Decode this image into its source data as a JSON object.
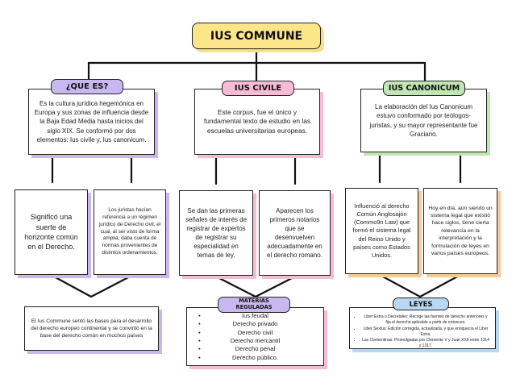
{
  "title": "IUS COMMUNE",
  "columns": [
    {
      "heading": "¿QUE ES?",
      "intro": "Es la cultura jurídica hegemónica en Europa y sus zonas de influencia desde la Baja Edad Media hasta inicios del siglo XIX. Se conformó por dos elementos: Ius civile y, Ius canonicum.",
      "left": "Significó una suerte de horizonte común en el Derecho.",
      "right": "Los juristas hacían referencia a un régimen jurídico de Derecho civil, el cual, al ser visto de forma amplia, daba cuenta de normas provenientes de distintos ordenamientos."
    },
    {
      "heading": "IUS CIVILE",
      "intro": "Este corpus, fue el único y fundamental texto de estudio en las escuelas universitarias europeas.",
      "left": "Se dan las primeras señales de interés de registrar de expertos de registrar su especialidad en temas de ley.",
      "right": "Aparecen los primeros notarios que se desenvuelven adecuadamente en el derecho romano."
    },
    {
      "heading": "IUS CANONICUM",
      "intro": "La elaboración del Ius Canonicum estuvo conformado por teólogos-juristas, y su mayor representante fue Graciano.",
      "left": "Influenció al derecho Común Anglosajón (Commo9n Law) que formó el sistema legal del Reino Unido y países como Estados Unidos.",
      "right": "Hoy en día, aún siendo un sistema legal que existió hace siglos, tiene cierta relevancia en la interpretación y la formulación de leyes en varios países europeos."
    }
  ],
  "bottom_left": "El Ius Commune sentó las bases para el desarrollo del derecho europeo continental y se convirtió en la base del derecho común en muchos países",
  "materias": {
    "heading": "MATERIAS REGULADAS",
    "items": [
      "Ius feudal",
      "Derecho privado",
      "Derecho civil",
      "Derecho mercantil",
      "Derecho penal",
      "Derecho público."
    ]
  },
  "leyes": {
    "heading": "LEYES",
    "items": [
      "Liber Extra o Decretales: Recoge las fuentes de derecho anteriores y fija el derecho aplicable a partir de entonces.",
      "Liber Sextus: Edición corregida, actualizada, y que enriquecía el Liber Extra.",
      "Las Clementinas: Promulgadas por Clemente V y Juan XXII entre 1314 y 1317."
    ]
  },
  "colors": {
    "title_bg": "#fde68a",
    "purple": "#c9b8ef",
    "pink": "#f6bcd6",
    "green": "#bfe6b3",
    "orange": "#f8c99a",
    "blue": "#b8d8f4"
  }
}
